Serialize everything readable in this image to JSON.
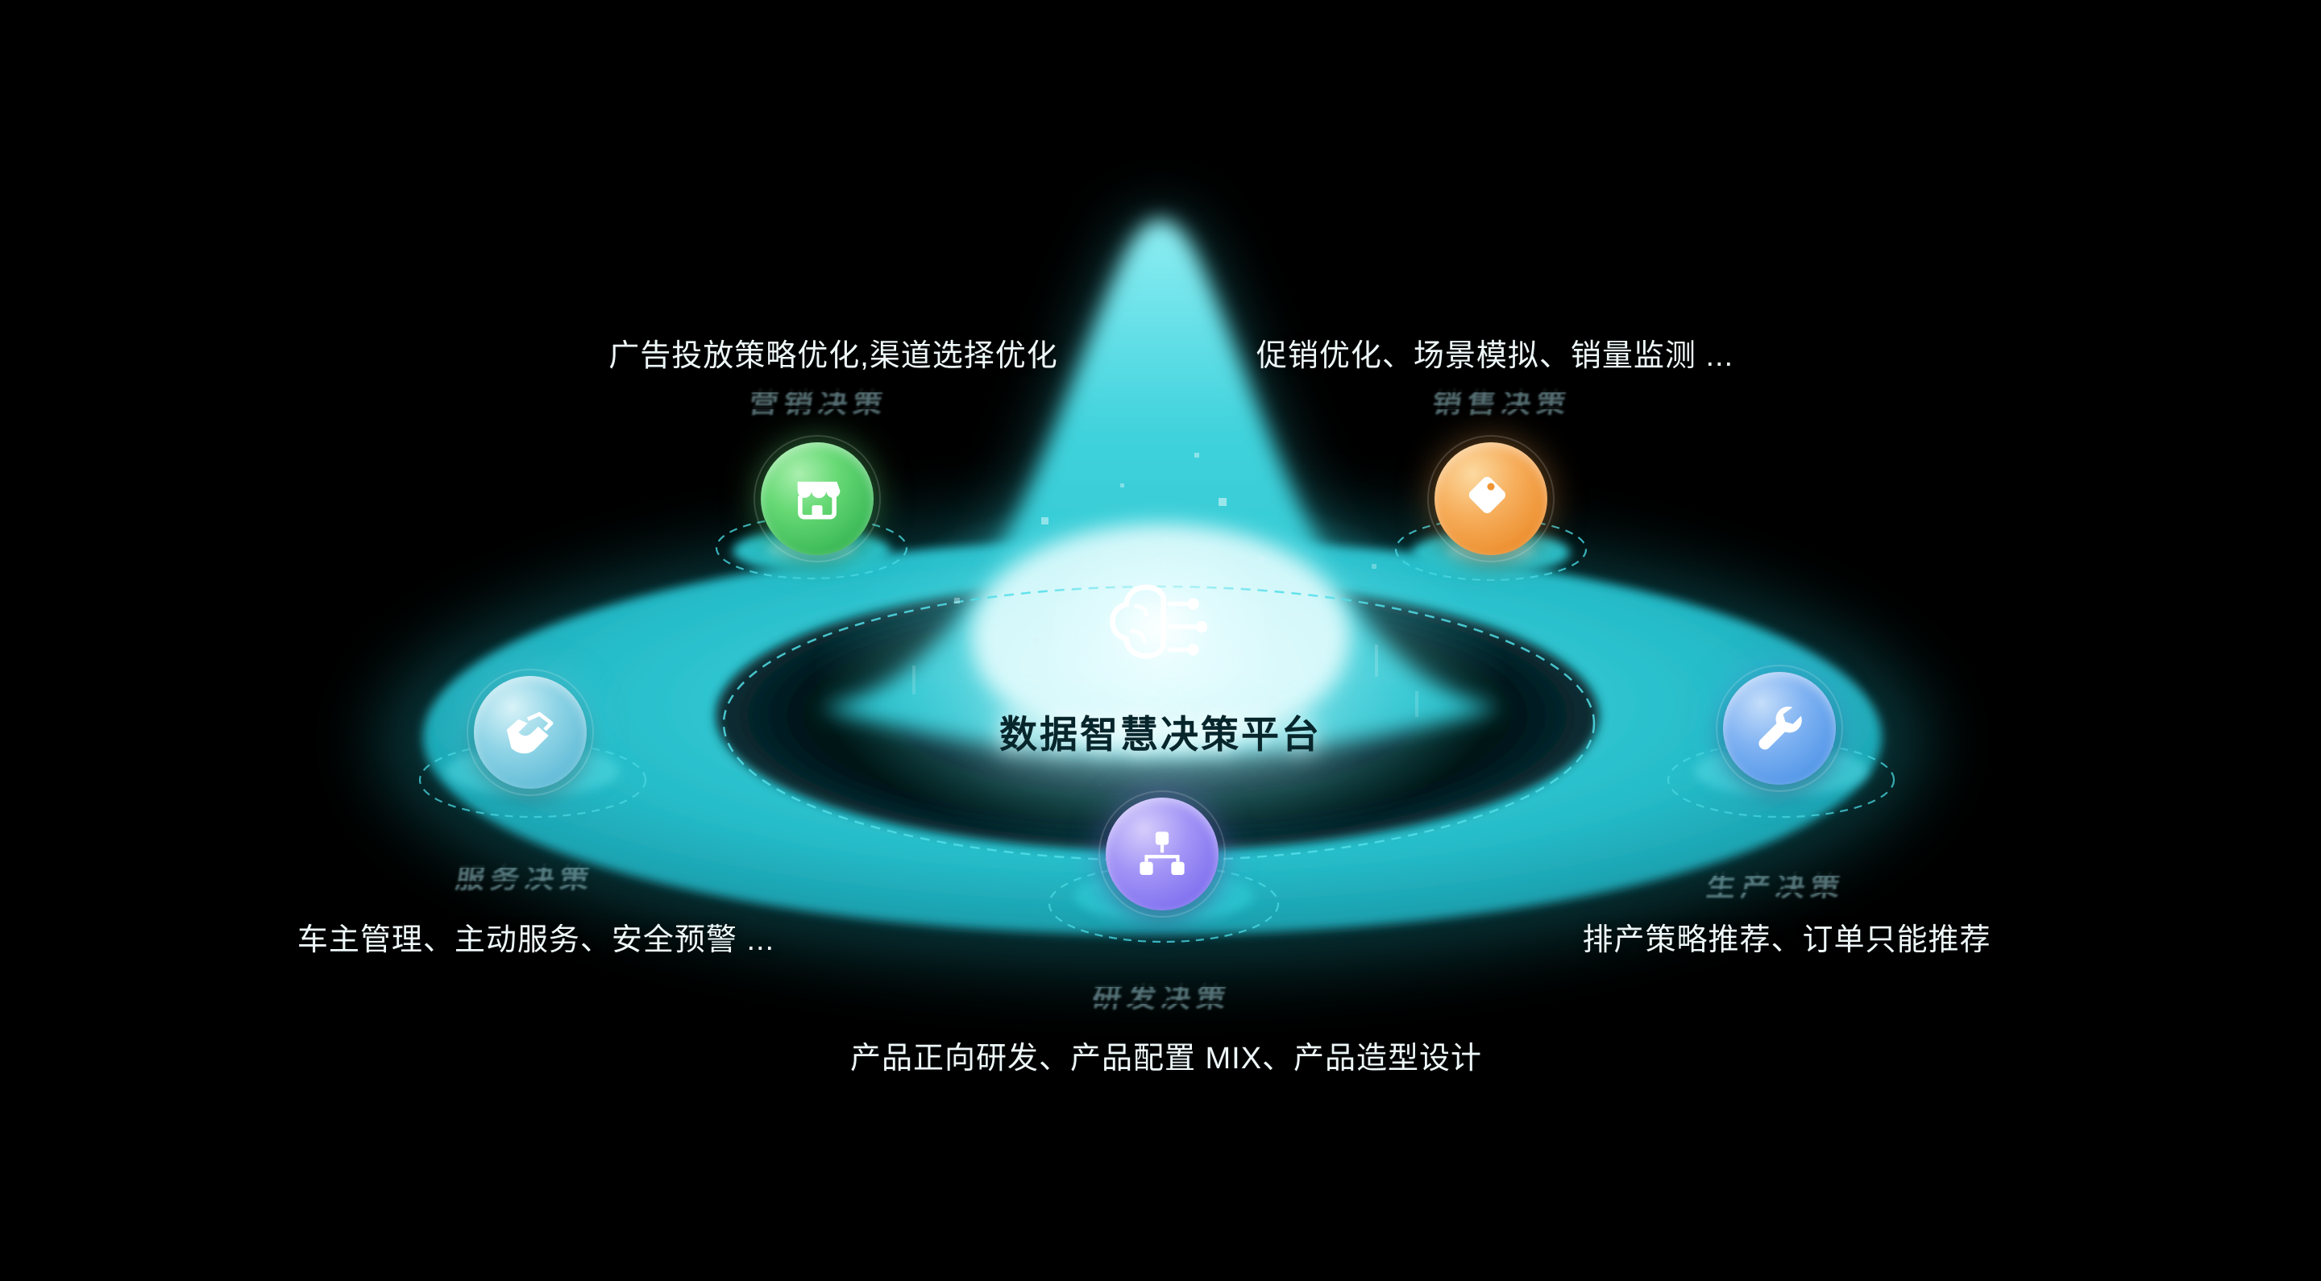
{
  "center": {
    "title": "数据智慧决策平台",
    "icon": "brain-circuit-icon",
    "accent_color": "#2fc9d4",
    "glow_color": "#eafdff"
  },
  "nodes": [
    {
      "id": "marketing",
      "label": "营销决策",
      "desc": "广告投放策略优化,渠道选择优化",
      "icon": "storefront-icon",
      "color": "#4cc465"
    },
    {
      "id": "sales",
      "label": "销售决策",
      "desc": "促销优化、场景模拟、销量监测 ...",
      "icon": "price-tag-icon",
      "color": "#f0a04a"
    },
    {
      "id": "service",
      "label": "服务决策",
      "desc": "车主管理、主动服务、安全预警 ...",
      "icon": "handshake-icon",
      "color": "#63c0da"
    },
    {
      "id": "production",
      "label": "生产决策",
      "desc": "排产策略推荐、订单只能推荐",
      "icon": "wrench-icon",
      "color": "#5496e8"
    },
    {
      "id": "rnd",
      "label": "研发决策",
      "desc": "产品正向研发、产品配置 MIX、产品造型设计",
      "icon": "hierarchy-icon",
      "color": "#8878f0"
    }
  ],
  "background_color": "#000000"
}
